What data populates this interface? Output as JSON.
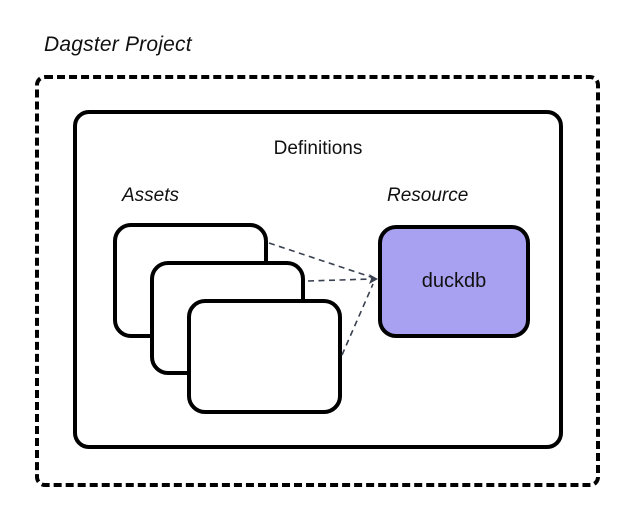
{
  "diagram": {
    "title": "Dagster Project",
    "definitions": {
      "label": "Definitions"
    },
    "assets": {
      "label": "Assets",
      "card_count": 3
    },
    "resource": {
      "label": "Resource",
      "name": "duckdb"
    },
    "colors": {
      "background": "#ffffff",
      "box_border": "#000000",
      "resource_fill": "#a8a0f0",
      "connector_line": "#3a4150",
      "text": "#111111"
    }
  }
}
